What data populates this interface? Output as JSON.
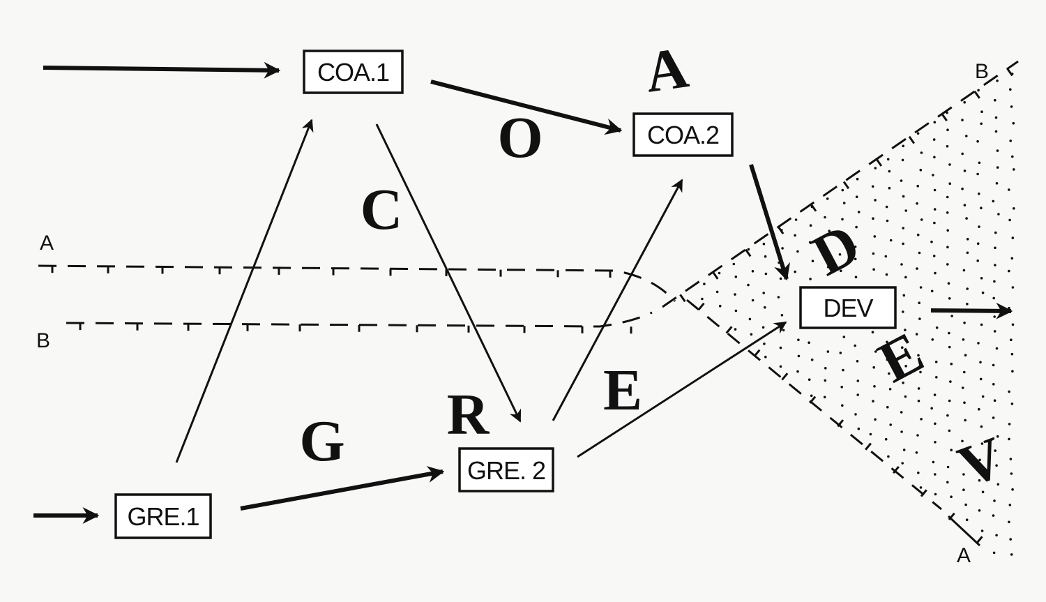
{
  "boxes": {
    "coa1": "COA.1",
    "coa2": "COA.2",
    "gre1": "GRE.1",
    "gre2": "GRE. 2",
    "dev": "DEV"
  },
  "words": {
    "coarse": [
      "C",
      "O",
      "A"
    ],
    "greed": [
      "G",
      "R",
      "E"
    ],
    "dev": [
      "D",
      "E",
      "V"
    ]
  },
  "boundaries": {
    "a_label": "A",
    "b_label": "B"
  },
  "colors": {
    "ink": "#111111",
    "paper": "#f8f8f6"
  }
}
